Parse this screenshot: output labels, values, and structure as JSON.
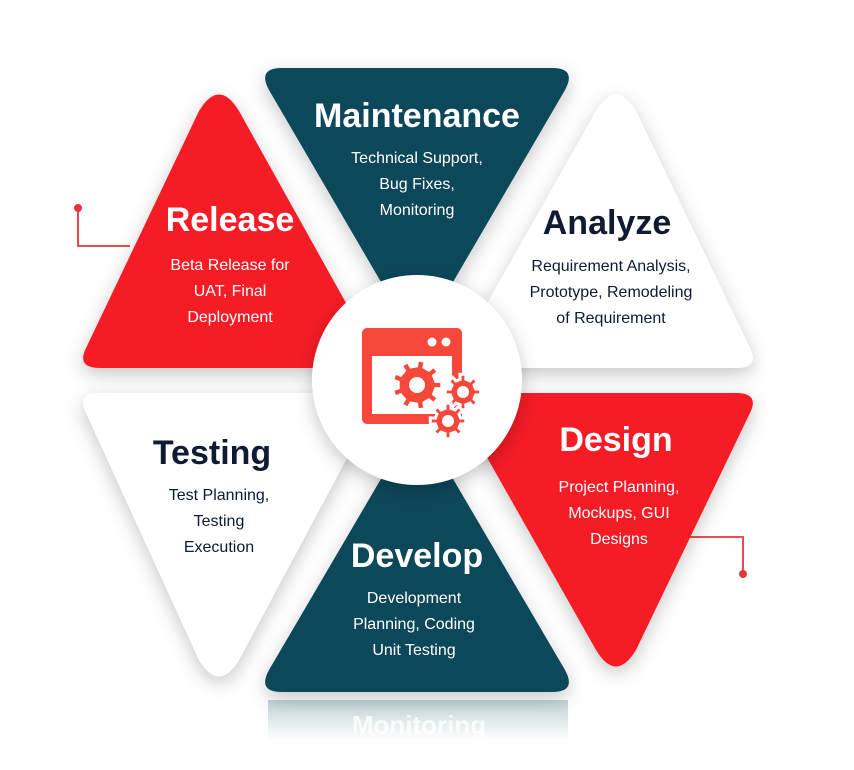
{
  "diagram": {
    "colors": {
      "teal": "#07475a",
      "red": "#f51f26",
      "white": "#ffffff",
      "dark_text": "#0f1b33",
      "accent": "#f5483b"
    },
    "center_icon": "app-window-gears-icon",
    "segments": [
      {
        "id": "maintenance",
        "title": "Maintenance",
        "lines": [
          "Technical Support,",
          "Bug Fixes,",
          "Monitoring"
        ],
        "fill": "teal",
        "text_color": "white"
      },
      {
        "id": "analyze",
        "title": "Analyze",
        "lines": [
          "Requirement Analysis,",
          "Prototype, Remodeling",
          "of Requirement"
        ],
        "fill": "white",
        "text_color": "dark_text"
      },
      {
        "id": "design",
        "title": "Design",
        "lines": [
          "Project Planning,",
          "Mockups, GUI",
          "Designs"
        ],
        "fill": "red",
        "text_color": "white"
      },
      {
        "id": "develop",
        "title": "Develop",
        "lines": [
          "Development",
          "Planning, Coding",
          "Unit Testing"
        ],
        "fill": "teal",
        "text_color": "white"
      },
      {
        "id": "testing",
        "title": "Testing",
        "lines": [
          "Test Planning,",
          "Testing",
          "Execution"
        ],
        "fill": "white",
        "text_color": "dark_text"
      },
      {
        "id": "release",
        "title": "Release",
        "lines": [
          "Beta Release for",
          "UAT, Final",
          "Deployment"
        ],
        "fill": "red",
        "text_color": "white"
      }
    ],
    "reflection_text": "Monitoring"
  }
}
